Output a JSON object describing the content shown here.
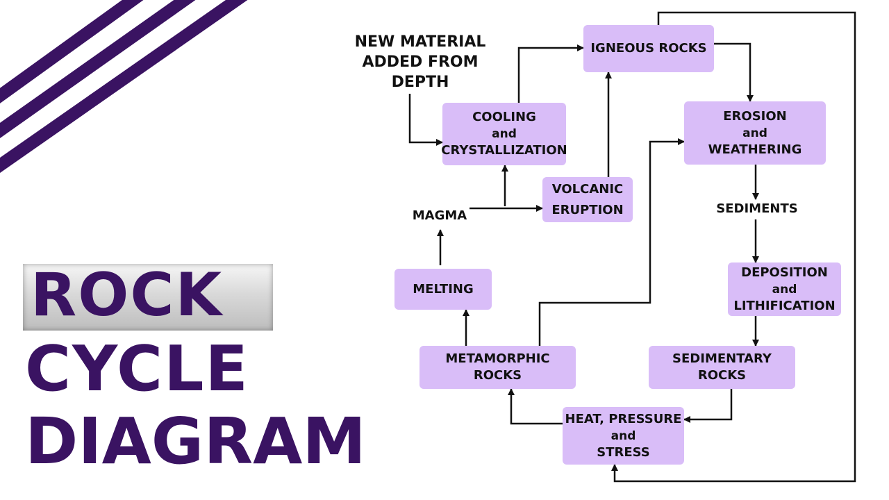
{
  "title": {
    "line1": "ROCK",
    "line2": "CYCLE",
    "line3": "DIAGRAM"
  },
  "colors": {
    "title": "#3a1362",
    "node_fill": "#d9bdf8",
    "stripe": "#3a1362",
    "arrow": "#111111"
  },
  "nodes": {
    "igneous": "IGNEOUS ROCKS",
    "erosion": {
      "line1": "EROSION",
      "line2": "and",
      "line3": "WEATHERING"
    },
    "cooling": {
      "line1": "COOLING",
      "line2": "and",
      "line3": "CRYSTALLIZATION"
    },
    "volcanic": {
      "line1": "VOLCANIC",
      "line2": "ERUPTION"
    },
    "deposition": {
      "line1": "DEPOSITION",
      "line2": "and",
      "line3": "LITHIFICATION"
    },
    "melting": "MELTING",
    "metamorphic": "METAMORPHIC ROCKS",
    "sedimentary": "SEDIMENTARY ROCKS",
    "heat": {
      "line1": "HEAT, PRESSURE",
      "line2": "and",
      "line3": "STRESS"
    }
  },
  "labels": {
    "new_material": {
      "line1": "NEW MATERIAL",
      "line2": "ADDED FROM",
      "line3": "DEPTH"
    },
    "magma": "MAGMA",
    "sediments": "SEDIMENTS"
  }
}
